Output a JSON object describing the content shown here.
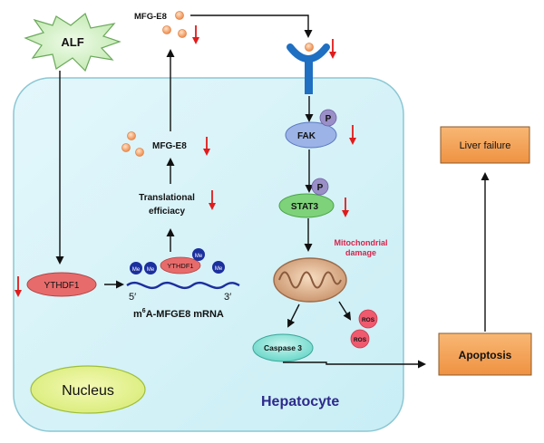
{
  "labels": {
    "alf": "ALF",
    "mfge8_top": "MFG-E8",
    "mfge8_mid": "MFG-E8",
    "translational_line1": "Translational",
    "translational_line2": "efficiacy",
    "fak": "FAK",
    "p_fak": "P",
    "stat3": "STAT3",
    "p_stat3": "P",
    "mito_line1": "Mitochondrial",
    "mito_line2": "damage",
    "ythdf1_left": "YTHDF1",
    "ythdf1_on_mrna": "YTHDF1",
    "me": "Me",
    "five_prime": "5′",
    "three_prime": "3′",
    "mrna_m": "m",
    "mrna_sup": "6",
    "mrna_rest": "A-MFGE8 mRNA",
    "ros": "ROS",
    "caspase": "Caspase 3",
    "nucleus": "Nucleus",
    "hepatocyte": "Hepatocyte",
    "liver_failure": "Liver failure",
    "apoptosis": "Apoptosis"
  },
  "colors": {
    "cell_fill": "#d9f3f8",
    "cell_stroke": "#8cc7d4",
    "orange_box": "#f5a45a",
    "red_arrow": "#e11b1b",
    "blue": "#1f6fc2",
    "stat3": "#7ed27a",
    "fak": "#9bb3e6",
    "ythdf1": "#e86b6b",
    "me": "#1c2f9e",
    "ros": "#ef5a6f",
    "hepatocyte_text": "#2d2a8c",
    "mito_text": "#d8234b"
  }
}
